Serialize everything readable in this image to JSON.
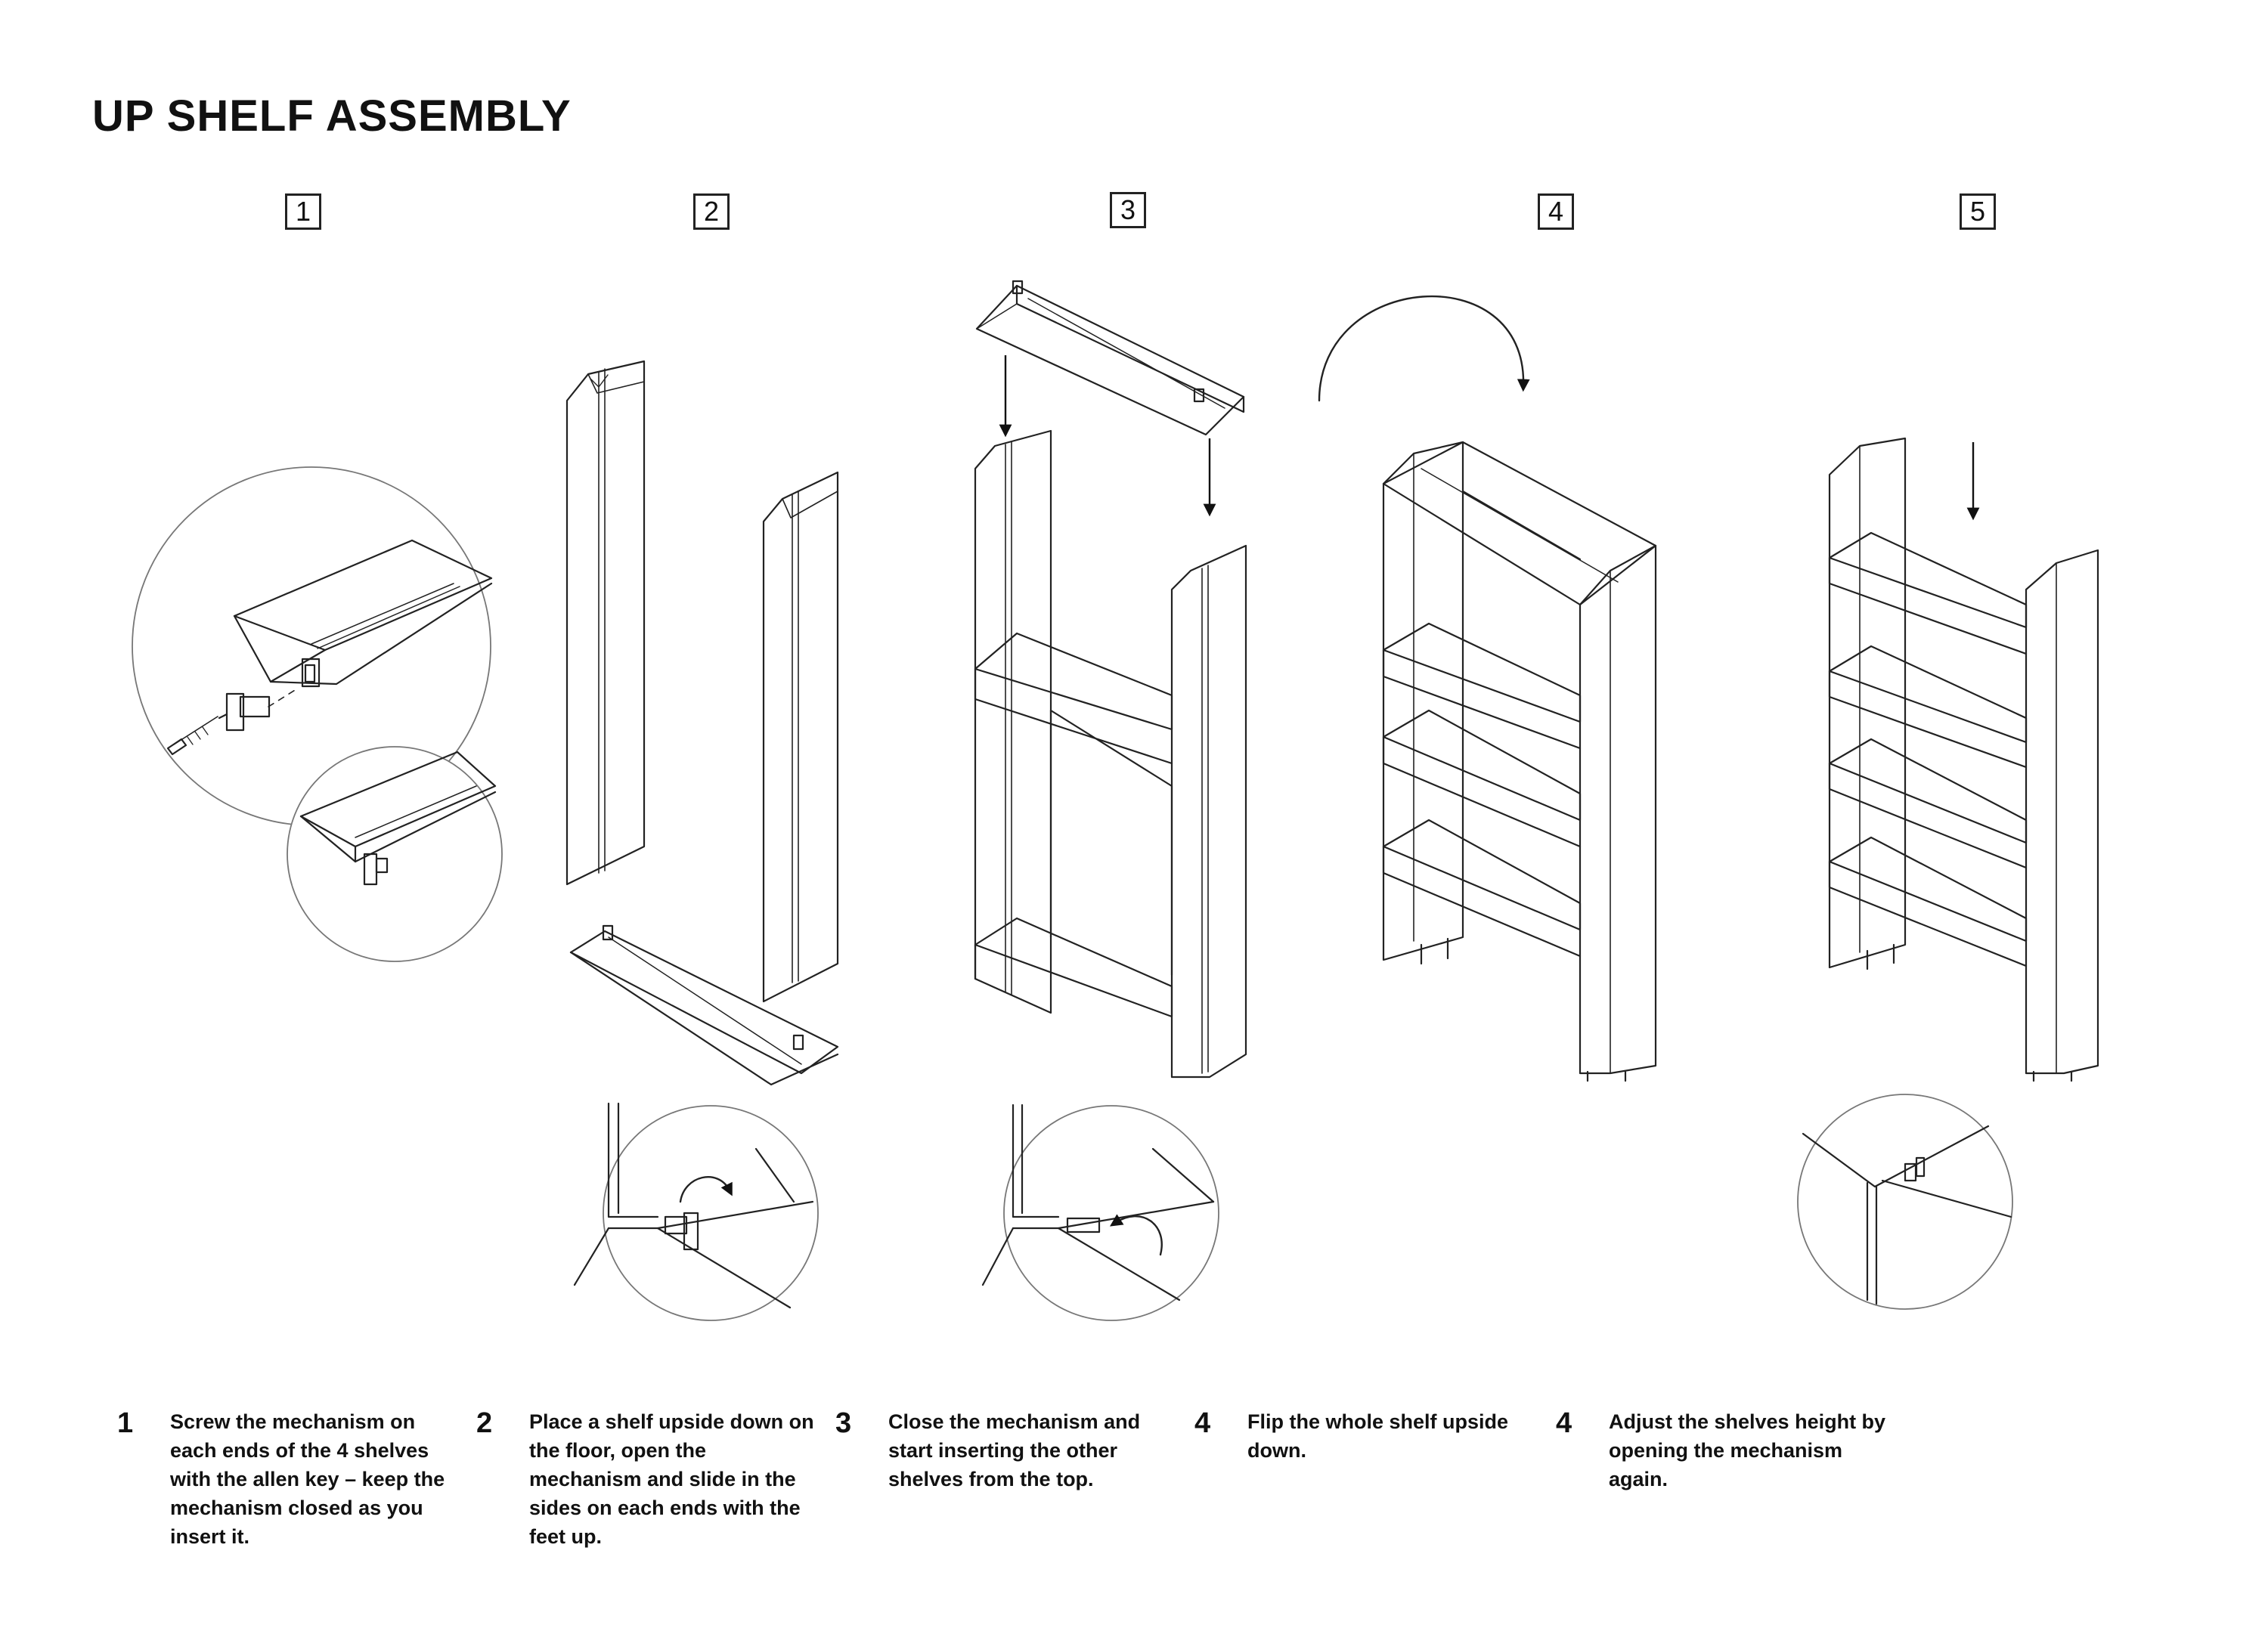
{
  "title": "UP SHELF ASSEMBLY",
  "step_badges": [
    "1",
    "2",
    "3",
    "4",
    "5"
  ],
  "instructions": [
    {
      "number": "1",
      "text": "Screw the mechanism on each ends of the 4 shelves with the allen key – keep the mechanism closed as you insert it."
    },
    {
      "number": "2",
      "text": "Place a shelf upside down on the floor, open the mechanism and slide in the sides on each ends with the feet up."
    },
    {
      "number": "3",
      "text": "Close the mechanism and start inserting the other shelves from the top."
    },
    {
      "number": "4",
      "text": "Flip the whole shelf upside down."
    },
    {
      "number": "4",
      "text": "Adjust the shelves height by opening the mechanism again."
    }
  ],
  "colors": {
    "ink": "#222222",
    "light_ink": "#666666",
    "background": "#ffffff"
  },
  "icons": [
    "arrow-down-icon",
    "curved-arrow-icon"
  ]
}
